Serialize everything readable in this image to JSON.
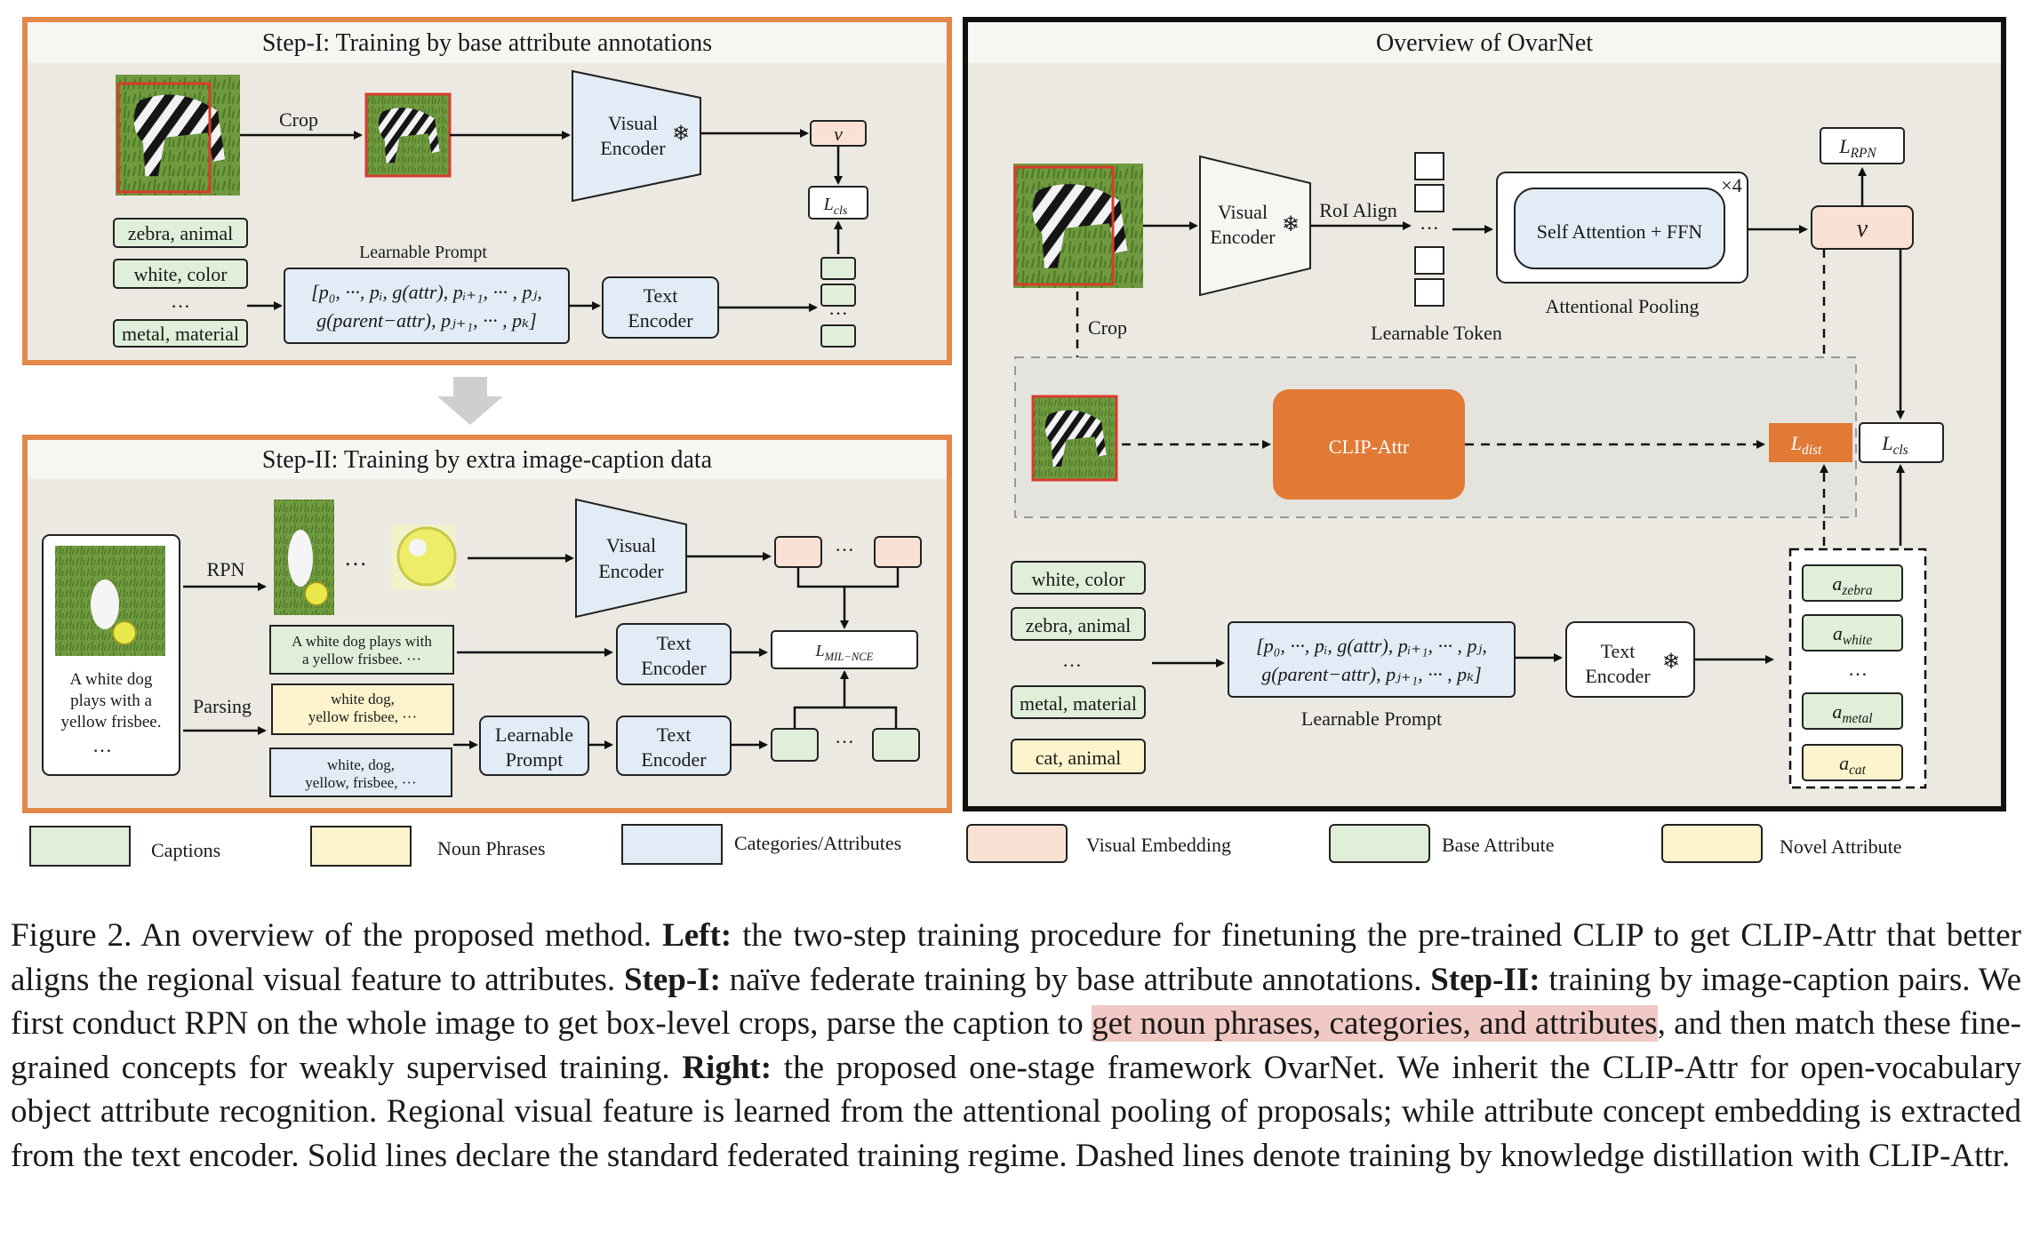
{
  "colors": {
    "background": "#ece9e3",
    "orange_border": "#e2884a",
    "clip_attr": "#e07a35",
    "caption_green": "#e0efd9",
    "noun_yellow": "#fdf3cc",
    "category_blue": "#e2ecf6",
    "visual_peach": "#f9e2d3",
    "highlight": "#f1c9c4"
  },
  "step1": {
    "title": "Step-I: Training by base attribute annotations",
    "crop": "Crop",
    "visual_encoder": [
      "Visual",
      "Encoder"
    ],
    "v": "v",
    "lcls": "L",
    "lcls_sub": "cls",
    "attrs": [
      "zebra, animal",
      "white, color",
      "…",
      "metal, material"
    ],
    "learnable_prompt": "Learnable Prompt",
    "prompt_line1": "[p₀, ···, pᵢ, g(attr), pᵢ₊₁, ··· , pⱼ,",
    "prompt_line2": "g(parent−attr), pⱼ₊₁, ··· , pₖ]",
    "text_encoder": [
      "Text",
      "Encoder"
    ]
  },
  "step2": {
    "title": "Step-II: Training by extra image-caption data",
    "image_caption": [
      "A white dog",
      "plays with a",
      "yellow frisbee.",
      "…"
    ],
    "rpn": "RPN",
    "parsing": "Parsing",
    "ellipsis": "…",
    "visual_encoder": [
      "Visual",
      "Encoder"
    ],
    "caption_box": [
      "A white dog plays with",
      "a yellow frisbee. ···"
    ],
    "noun_box": [
      "white dog,",
      "yellow frisbee, ···"
    ],
    "cat_box": [
      "white, dog,",
      "yellow, frisbee, ···"
    ],
    "learnable_prompt": [
      "Learnable",
      "Prompt"
    ],
    "text_encoder": [
      "Text",
      "Encoder"
    ],
    "lmil": "L",
    "lmil_sub": "MIL−NCE"
  },
  "overview": {
    "title": "Overview of OvarNet",
    "visual_encoder": [
      "Visual",
      "Encoder"
    ],
    "roi_align": "RoI Align",
    "learnable_token": "Learnable Token",
    "self_attention": "Self Attention + FFN",
    "times4": "×4",
    "attentional_pooling": "Attentional Pooling",
    "v": "v",
    "lrpn": "L",
    "lrpn_sub": "RPN",
    "crop": "Crop",
    "clip_attr": "CLIP-Attr",
    "ldist": "L",
    "ldist_sub": "dist",
    "lcls": "L",
    "lcls_sub": "cls",
    "attrs": [
      "white, color",
      "zebra, animal",
      "…",
      "metal, material",
      "cat, animal"
    ],
    "prompt_line1": "[p₀, ···, pᵢ, g(attr), pᵢ₊₁, ··· , pⱼ,",
    "prompt_line2": "g(parent−attr), pⱼ₊₁, ··· , pₖ]",
    "learnable_prompt": "Learnable Prompt",
    "text_encoder": [
      "Text",
      "Encoder"
    ],
    "a_labels": [
      "a",
      "a",
      "…",
      "a",
      "a"
    ],
    "a_subs": [
      "zebra",
      "white",
      "",
      "metal",
      "cat"
    ]
  },
  "legend": [
    "Captions",
    "Noun Phrases",
    "Categories/Attributes",
    "Visual Embedding",
    "Base Attribute",
    "Novel Attribute"
  ],
  "caption": {
    "p1": "Figure 2. An overview of the proposed method. ",
    "b1": "Left:",
    "p2": " the two-step training procedure for finetuning the pre-trained CLIP to get CLIP-Attr that better aligns the regional visual feature to attributes. ",
    "b2": "Step-I:",
    "p3": " naïve federate training by base attribute annotations. ",
    "b3": "Step-II:",
    "p4": " training by image-caption pairs. We first conduct RPN on the whole image to get box-level crops, parse the caption to ",
    "hl": "get noun phrases, categories, and attributes",
    "p5": ", and then match these fine-grained concepts for weakly supervised training. ",
    "b4": "Right:",
    "p6": " the proposed one-stage framework OvarNet. We inherit the CLIP-Attr for open-vocabulary object attribute recognition. Regional visual feature is learned from the attentional pooling of proposals; while attribute concept embedding is extracted from the text encoder. Solid lines declare the standard federated training regime. Dashed lines denote training by knowledge distillation with CLIP-Attr."
  }
}
